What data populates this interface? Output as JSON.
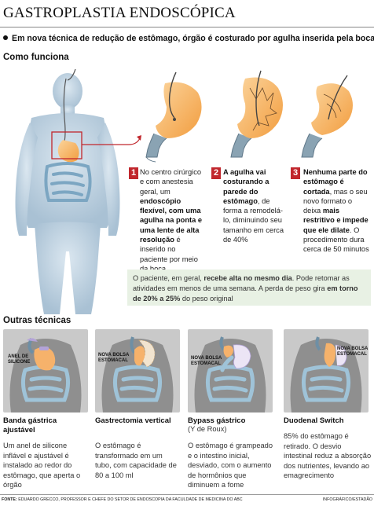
{
  "header": {
    "title": "GASTROPLASTIA ENDOSCÓPICA",
    "subtitle": "Em nova técnica de redução de estômago, órgão é costurado por agulha inserida pela boca"
  },
  "sections": {
    "how_it_works": "Como funciona",
    "other_techniques": "Outras técnicas"
  },
  "steps": [
    {
      "number": "1",
      "parts": [
        {
          "text": "No centro cirúrgico e com anestesia geral, um ",
          "bold": false
        },
        {
          "text": "endoscópio flexível, com uma agulha na ponta e uma lente de alta resolução",
          "bold": true
        },
        {
          "text": " é inserido no paciente por meio da boca",
          "bold": false
        }
      ]
    },
    {
      "number": "2",
      "parts": [
        {
          "text": "A agulha vai costurando a parede do estômago",
          "bold": true
        },
        {
          "text": ", de forma a remodelá-lo, diminuindo seu tamanho em cerca de 40%",
          "bold": false
        }
      ]
    },
    {
      "number": "3",
      "parts": [
        {
          "text": "Nenhuma parte do estômago é cortada",
          "bold": true
        },
        {
          "text": ", mas o seu novo formato o deixa ",
          "bold": false
        },
        {
          "text": "mais restritivo e impede que ele dilate",
          "bold": true
        },
        {
          "text": ". O procedimento dura cerca de 50 minutos",
          "bold": false
        }
      ]
    }
  ],
  "note": {
    "parts": [
      {
        "text": "O paciente, em geral, ",
        "bold": false
      },
      {
        "text": "recebe alta no mesmo dia",
        "bold": true
      },
      {
        "text": ". Pode retomar as atividades em menos de uma semana. A perda de peso gira ",
        "bold": false
      },
      {
        "text": "em torno de 20% a 25%",
        "bold": true
      },
      {
        "text": " do peso original",
        "bold": false
      }
    ]
  },
  "techniques": [
    {
      "title": "Banda gástrica ajustável",
      "subtitle": "",
      "label": "ANEL DE SILICONE",
      "description": "Um anel de silicone inflável e ajustável é instalado ao redor do estômago, que aperta o órgão"
    },
    {
      "title": "Gastrectomia vertical",
      "subtitle": "",
      "label": "NOVA BOLSA ESTOMACAL",
      "description": "O estômago é transformado em um tubo, com capacidade de 80 a 100 ml"
    },
    {
      "title": "Bypass gástrico",
      "subtitle": "(Y de Roux)",
      "label": "NOVA BOLSA ESTOMACAL",
      "description": "O estômago é grampeado e o intestino inicial, desviado, com o aumento de hormônios que diminuem a fome"
    },
    {
      "title": "Duodenal Switch",
      "subtitle": "",
      "label": "NOVA BOLSA ESTOMACAL",
      "description": "85% do estômago é retirado. O desvio intestinal reduz a absorção dos nutrientes, levando ao emagrecimento"
    }
  ],
  "footer": {
    "source_label": "FONTE:",
    "source_text": "EDUARDO GRECCO, PROFESSOR E CHEFE DO SETOR DE ENDOSCOPIA DA FACULDADE DE MEDICINA DO ABC",
    "credit": "INFOGRÁFICO/ESTADÃO"
  },
  "colors": {
    "accent_red": "#c1272d",
    "stomach_orange": "#f6b26b",
    "body_blue": "#a8c4d8",
    "note_green": "#e8f1e4",
    "panel_gray": "#c9c9c9",
    "intestine_blue": "#9fc3d8"
  }
}
